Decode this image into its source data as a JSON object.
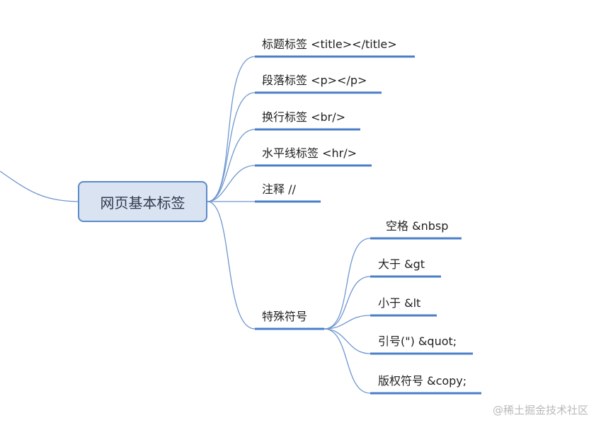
{
  "root": {
    "label": "网页基本标签"
  },
  "branches": [
    {
      "label": "标题标签  <title></title>"
    },
    {
      "label": "段落标签 <p></p>"
    },
    {
      "label": "换行标签 <br/>"
    },
    {
      "label": "水平线标签 <hr/>"
    },
    {
      "label": "注释  //"
    },
    {
      "label": "特殊符号",
      "children": [
        {
          "label": "空格 &nbsp"
        },
        {
          "label": "大于  &gt"
        },
        {
          "label": "小于  &lt"
        },
        {
          "label": "引号(\") &quot;"
        },
        {
          "label": "版权符号 &copy;"
        }
      ]
    }
  ],
  "watermark": "@稀土掘金技术社区",
  "colors": {
    "line": "#5b8bc9",
    "underline": "#4a7fc8",
    "root_fill": "#dae3f2"
  }
}
